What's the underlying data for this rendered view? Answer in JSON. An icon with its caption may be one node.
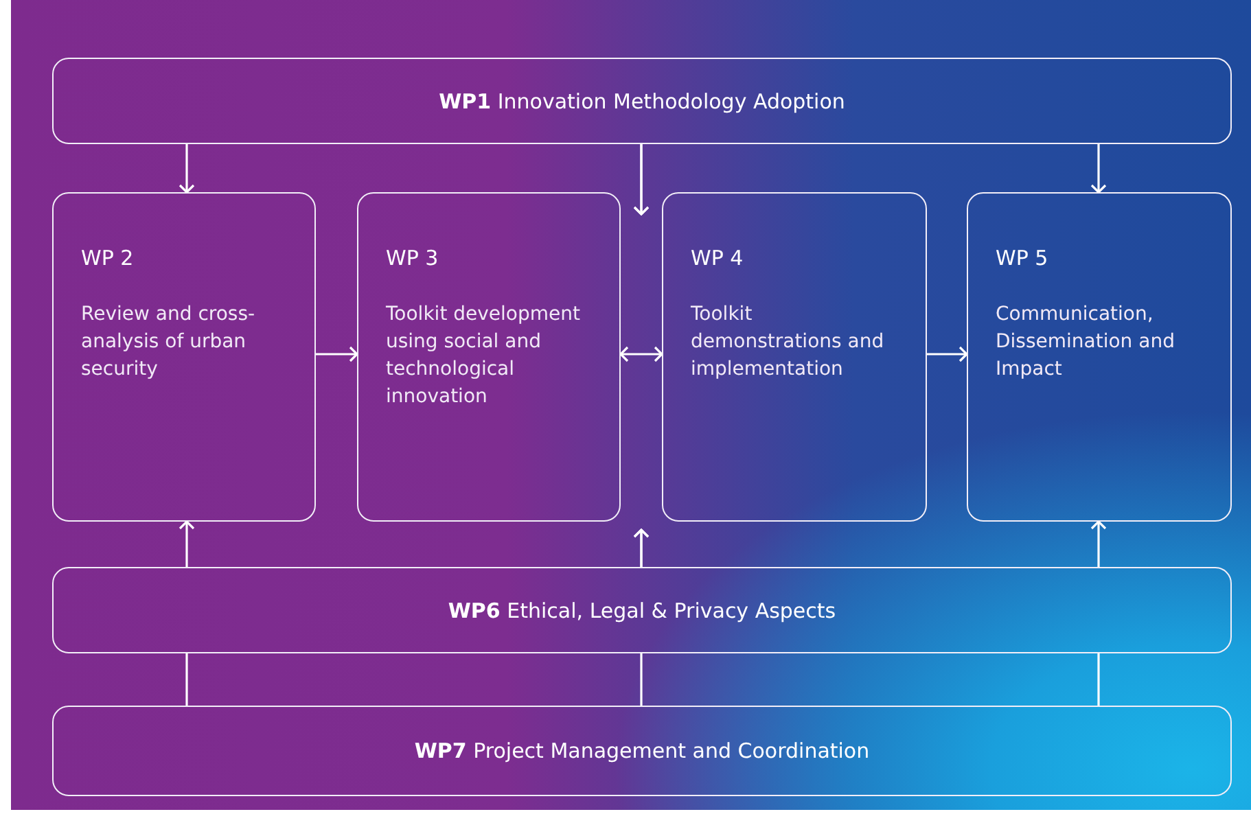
{
  "diagram": {
    "nodes": [
      {
        "text": [
          "**WP1** Innovation Methodology Adoption"
        ]
      },
      {
        "text": [
          "WP 2",
          "Review and cross-analysis of urban security"
        ]
      },
      {
        "text": [
          "WP 3",
          "Toolkit development using social and technological innovation"
        ]
      },
      {
        "text": [
          "WP 4",
          "Toolkit demonstrations and implementation"
        ]
      },
      {
        "text": [
          "WP 5",
          "Communication, Dissemination and Impact"
        ]
      },
      {
        "text": [
          "**WP6** Ethical, Legal & Privacy Aspects"
        ]
      },
      {
        "text": [
          "**WP7** Project Management and Coordination"
        ]
      }
    ],
    "edges": [
      {
        "from": 0,
        "to": 1,
        "arrow": "to"
      },
      {
        "from": 0,
        "to": 2,
        "arrow": "to"
      },
      {
        "from": 0,
        "to": 3,
        "arrow": "to"
      },
      {
        "from": 0,
        "to": 4,
        "arrow": "to"
      },
      {
        "from": 1,
        "to": 2,
        "arrow": "to"
      },
      {
        "from": 2,
        "to": 3,
        "arrow": "both"
      },
      {
        "from": 3,
        "to": 4,
        "arrow": "to"
      },
      {
        "from": 6,
        "to": 5,
        "arrow": "none"
      },
      {
        "from": 6,
        "to": 5,
        "arrow": "none"
      },
      {
        "from": 5,
        "to": 2,
        "arrow": "to"
      },
      {
        "from": 5,
        "to": 3,
        "arrow": "to"
      },
      {
        "from": 6,
        "to": 5,
        "arrow": "none"
      },
      {
        "from": 5,
        "to": 1,
        "arrow": "to"
      },
      {
        "from": 5,
        "to": 4,
        "arrow": "to"
      }
    ]
  }
}
